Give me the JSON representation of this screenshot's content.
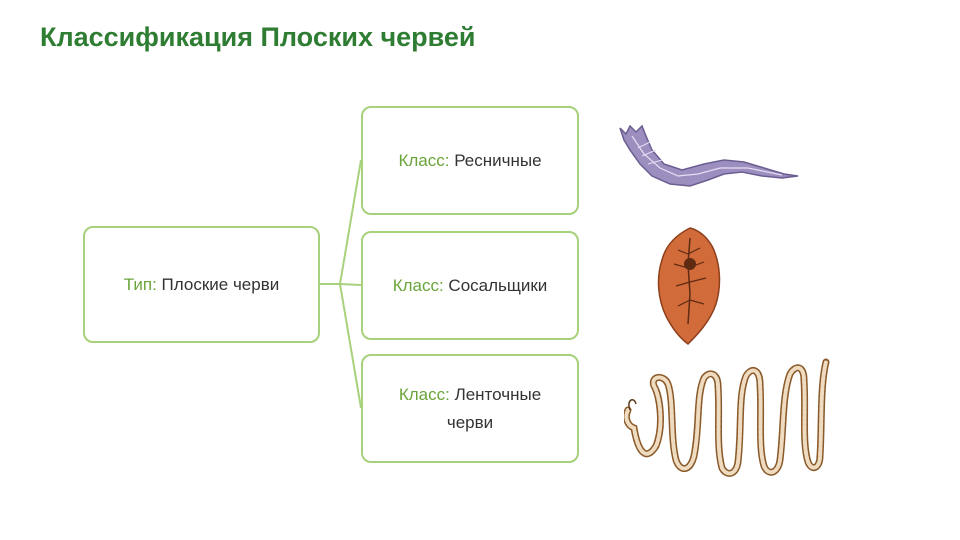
{
  "title": "Классификация Плоских червей",
  "root": {
    "prefix": "Тип:",
    "text": "Плоские черви"
  },
  "classes": [
    {
      "prefix": "Класс:",
      "text": "Ресничные"
    },
    {
      "prefix": "Класс:",
      "text": "Сосальщики"
    },
    {
      "prefix": "Класс:",
      "text": "Ленточные черви"
    }
  ],
  "colors": {
    "title": "#2e7d32",
    "border": "#a7d17a",
    "prefix": "#6aa43a",
    "text": "#333333"
  },
  "illustrations": [
    "planarian-worm-image",
    "liver-fluke-image",
    "tapeworm-image"
  ]
}
